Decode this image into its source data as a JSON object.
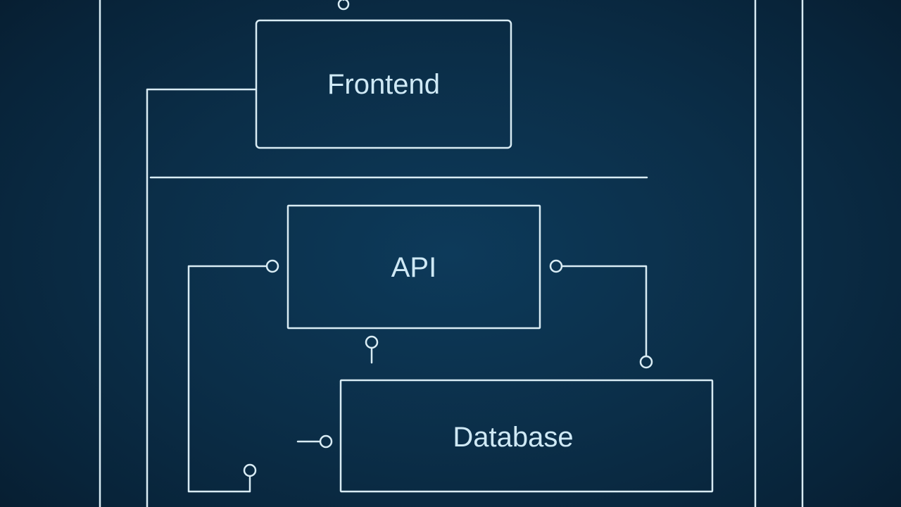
{
  "diagram": {
    "nodes": {
      "frontend": {
        "label": "Frontend"
      },
      "api": {
        "label": "API"
      },
      "database": {
        "label": "Database"
      }
    }
  },
  "colors": {
    "background": "#0b2e48",
    "stroke": "#d9ecf4",
    "text": "#cfe9f5"
  }
}
